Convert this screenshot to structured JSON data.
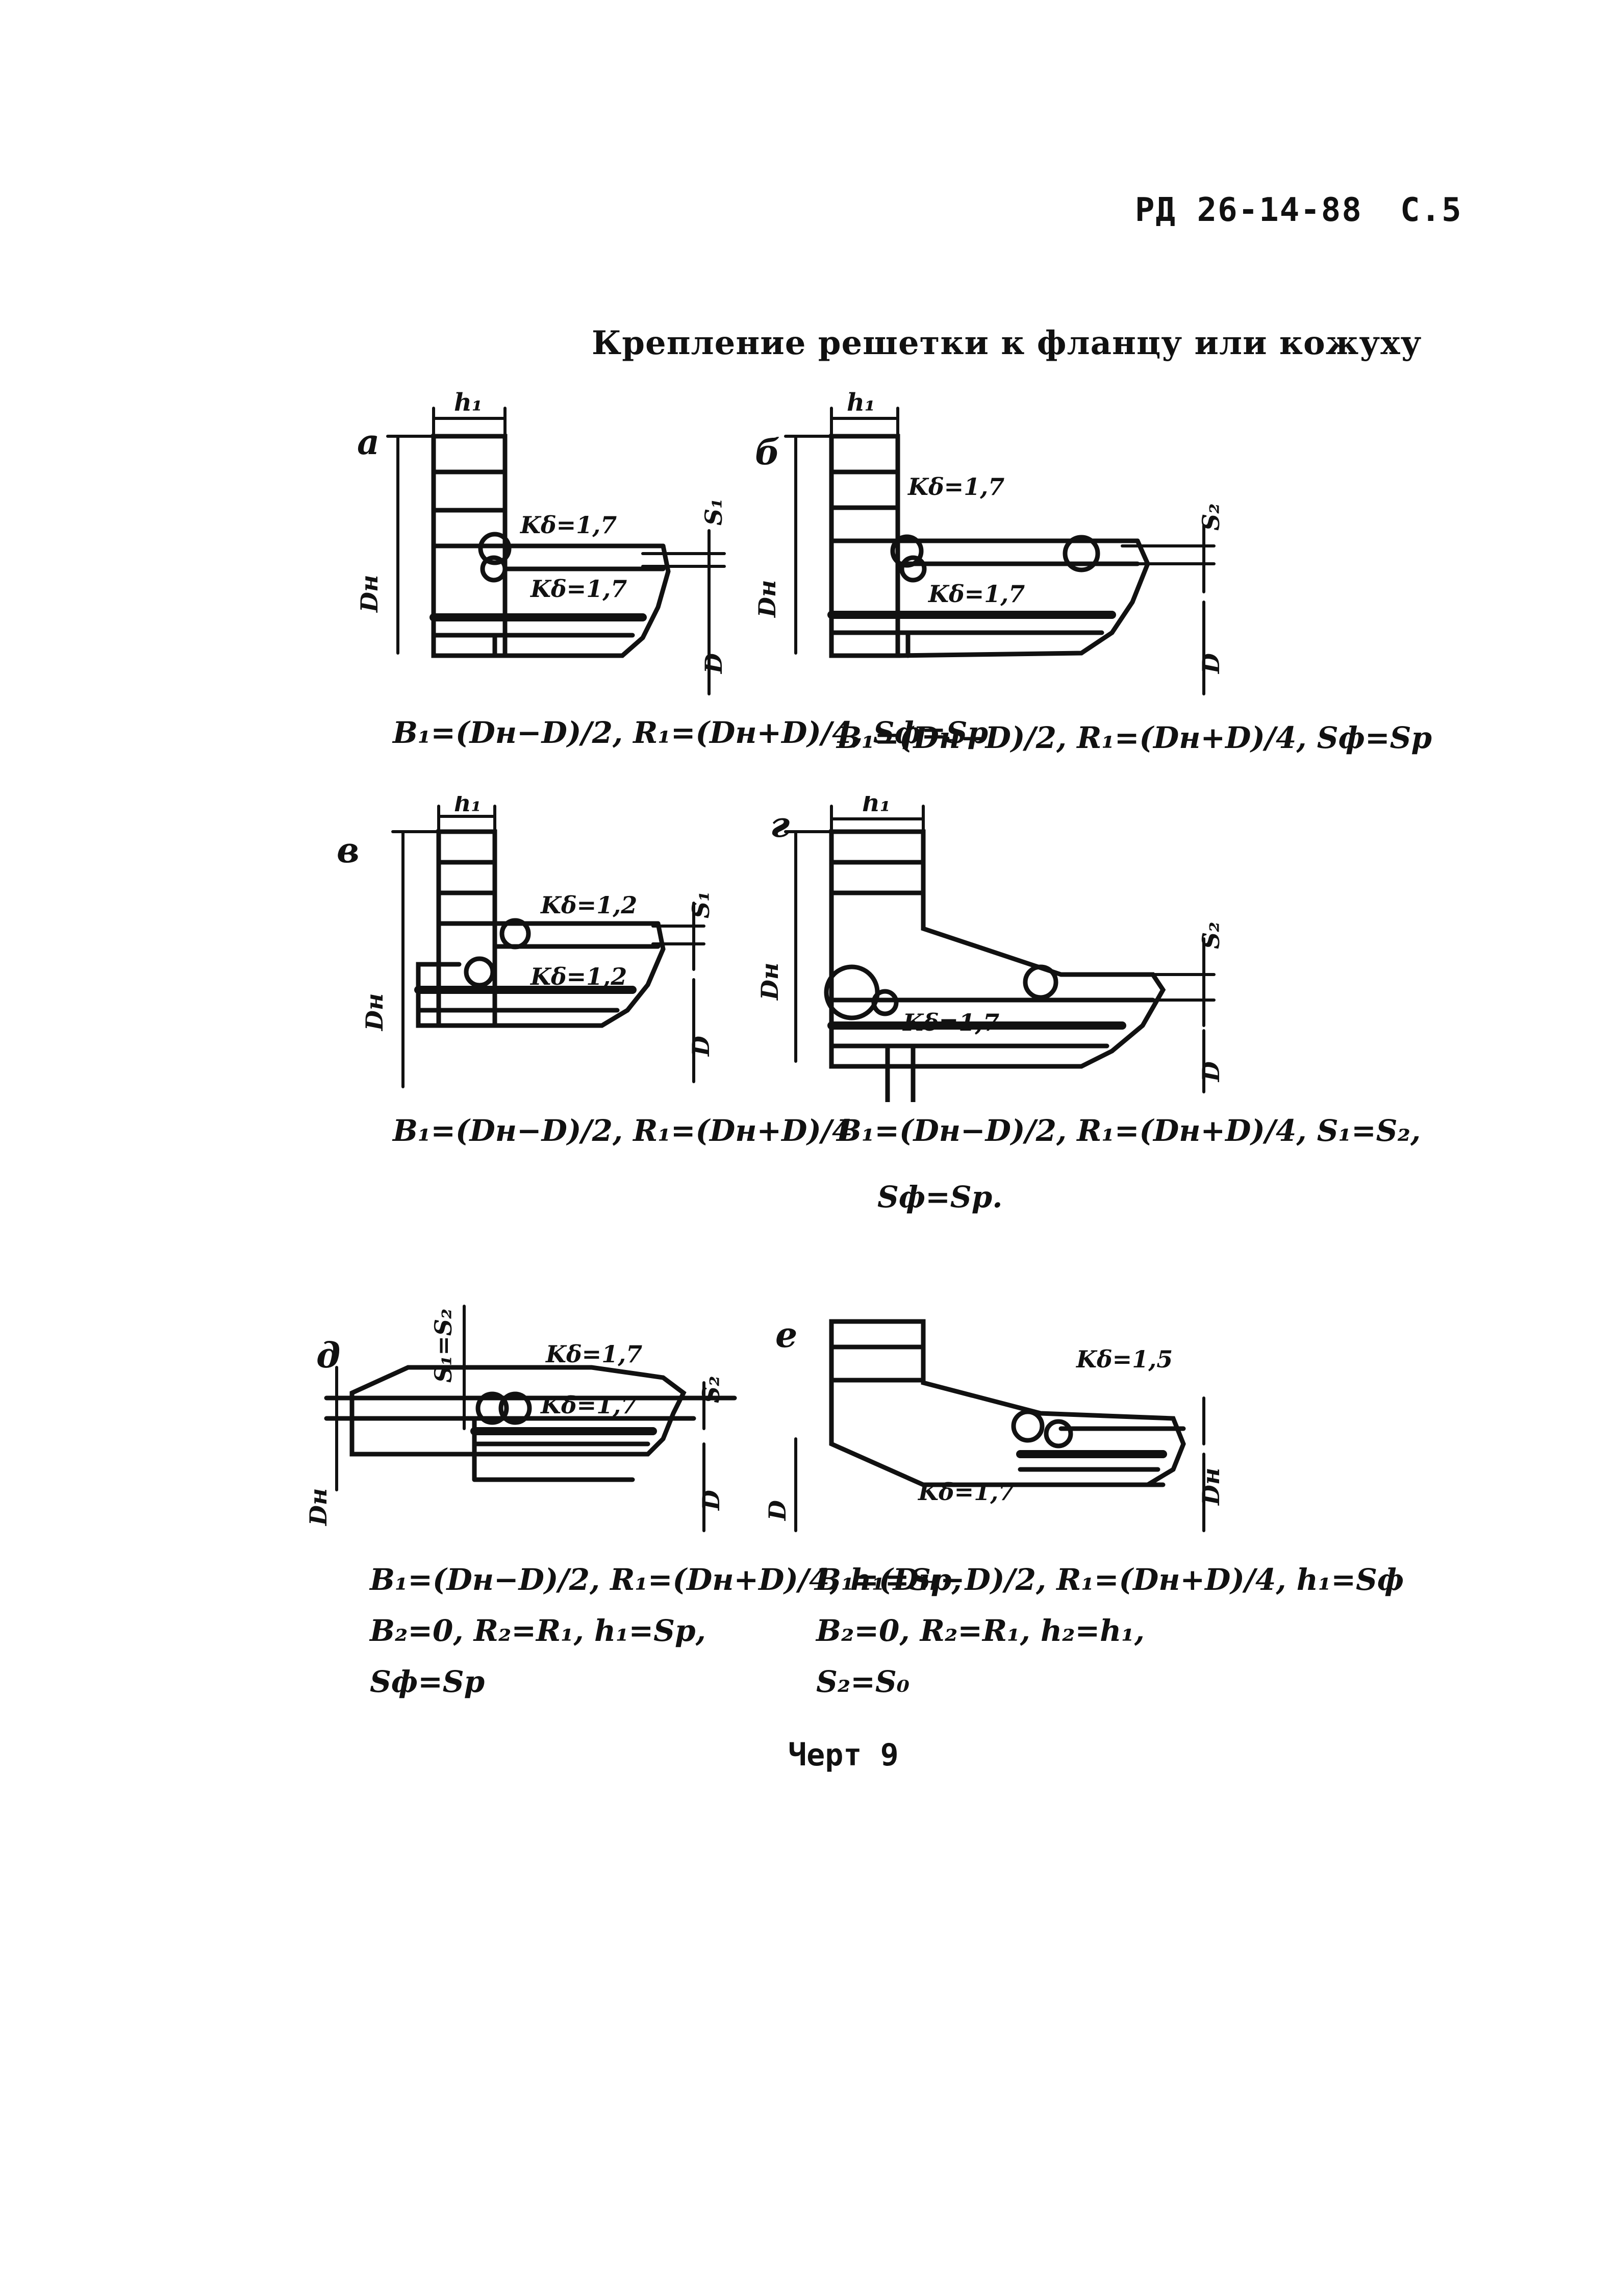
{
  "header": {
    "doc_code": "РД 26-14-88",
    "page_number": "С.5"
  },
  "title": "Крепление решетки к фланцу или кожуху",
  "figures": [
    {
      "letter": "а",
      "labels": {
        "h": "h₁",
        "s": "S₁",
        "dh": "Dн",
        "d": "D",
        "weld_top": "Kδ=1,7",
        "weld_bottom": "Kδ=1,7"
      },
      "formulas": [
        "B₁=(Dн−D)/2, R₁=(Dн+D)/4, Sф=Sр"
      ]
    },
    {
      "letter": "б",
      "labels": {
        "h": "h₁",
        "s": "S₂",
        "dh": "Dн",
        "d": "D",
        "weld_top": "Kδ=1,7",
        "weld_bottom": "Kδ=1,7"
      },
      "formulas": [
        "B₁=(Dн−D)/2, R₁=(Dн+D)/4, Sф=Sр"
      ]
    },
    {
      "letter": "в",
      "labels": {
        "h": "h₁",
        "s": "S₁",
        "dh": "Dн",
        "d": "D",
        "weld_top": "Kδ=1,2",
        "weld_bottom": "Kδ=1,2"
      },
      "formulas": [
        "B₁=(Dн−D)/2, R₁=(Dн+D)/4"
      ]
    },
    {
      "letter": "г",
      "labels": {
        "h": "h₁",
        "s": "S₂",
        "dh": "Dн",
        "d": "D",
        "weld_top": "",
        "weld_bottom": "Kδ=1,7"
      },
      "formulas": [
        "B₁=(Dн−D)/2, R₁=(Dн+D)/4, S₁=S₂,",
        "Sф=Sр."
      ]
    },
    {
      "letter": "д",
      "labels": {
        "h": "",
        "s": "S₁=S₂",
        "s2": "S₂",
        "dh": "Dн",
        "d": "D",
        "weld_top": "Kδ=1,7",
        "weld_bottom": "Kδ=1,7"
      },
      "formulas": [
        "B₁=(Dн−D)/2, R₁=(Dн+D)/4, h₁=Sр,",
        "B₂=0,  R₂=R₁, h₁=Sр,",
        "Sф=Sр"
      ]
    },
    {
      "letter": "е",
      "labels": {
        "h": "",
        "s": "",
        "dh": "Dн",
        "d": "D",
        "weld_top": "Kδ=1,5",
        "weld_bottom": "Kδ=1,7"
      },
      "formulas": [
        "B₁=(Dн−D)/2, R₁=(Dн+D)/4, h₁=Sф",
        "B₂=0,  R₂=R₁,  h₂=h₁,",
        "S₂=S₀"
      ]
    }
  ],
  "caption": "Черт 9"
}
